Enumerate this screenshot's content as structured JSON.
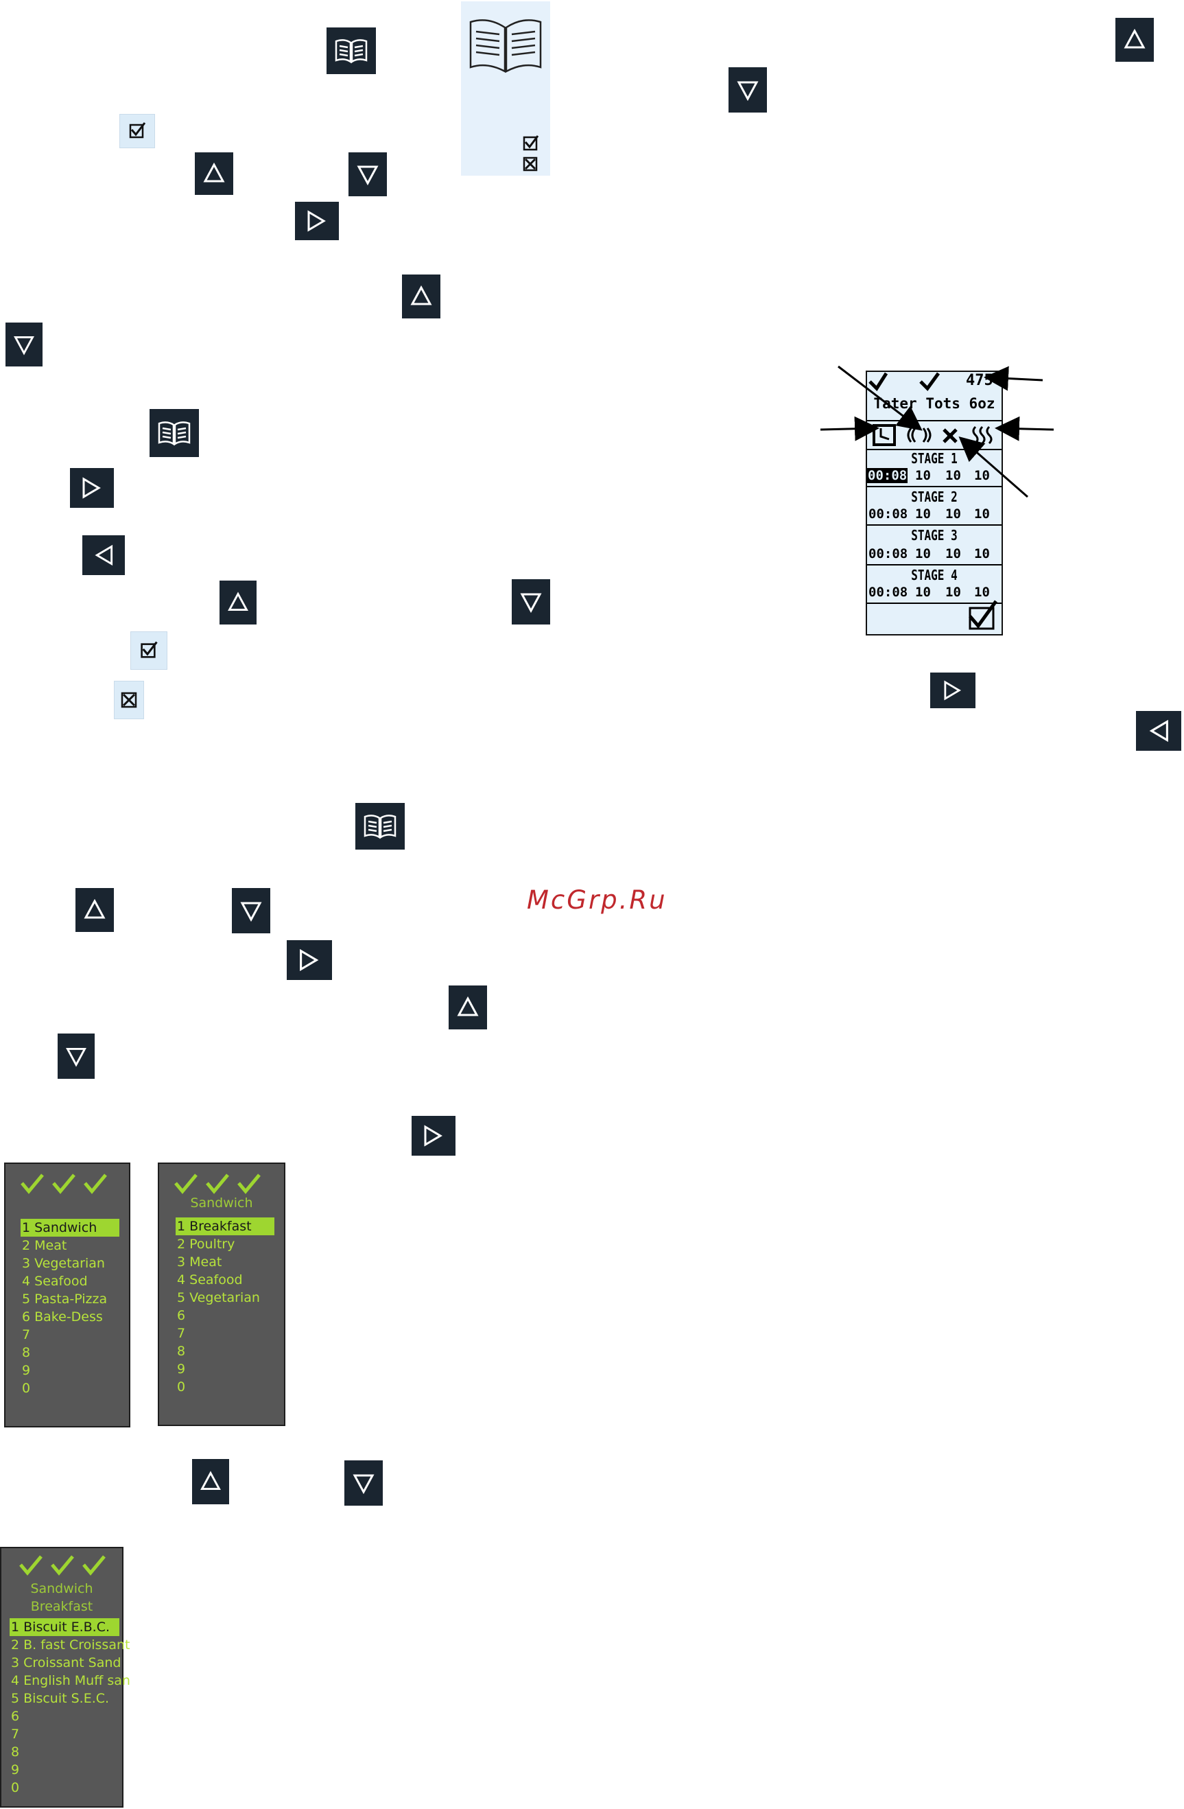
{
  "watermark": "McGrp.Ru",
  "icons": {
    "book": "book-icon",
    "up": "up-arrow-icon",
    "down": "down-arrow-icon",
    "right": "right-arrow-icon",
    "left": "left-arrow-icon",
    "check": "checkmark-box-icon",
    "cancel": "x-box-icon"
  },
  "lcd": {
    "temp": "475",
    "item_name": "Tater Tots 6oz",
    "stages": [
      {
        "label": "STAGE 1",
        "time": "00:08",
        "v1": "10",
        "v2": "10",
        "v3": "10"
      },
      {
        "label": "STAGE 2",
        "time": "00:08",
        "v1": "10",
        "v2": "10",
        "v3": "10"
      },
      {
        "label": "STAGE 3",
        "time": "00:08",
        "v1": "10",
        "v2": "10",
        "v3": "10"
      },
      {
        "label": "STAGE 4",
        "time": "00:08",
        "v1": "10",
        "v2": "10",
        "v3": "10"
      }
    ]
  },
  "menu1": {
    "title": "",
    "items": [
      "1 Sandwich",
      "2 Meat",
      "3 Vegetarian",
      "4 Seafood",
      "5 Pasta-Pizza",
      "6 Bake-Dess",
      "7",
      "8",
      "9",
      "0"
    ],
    "selected": 0
  },
  "menu2": {
    "title": "Sandwich",
    "items": [
      "1 Breakfast",
      "2 Poultry",
      "3 Meat",
      "4 Seafood",
      "5 Vegetarian",
      "6",
      "7",
      "8",
      "9",
      "0"
    ],
    "selected": 0
  },
  "menu3": {
    "title_line1": "Sandwich",
    "title_line2": "Breakfast",
    "items": [
      "1 Biscuit E.B.C.",
      "2 B. fast Croissant",
      "3 Croissant Sand",
      "4 English Muff san",
      "5 Biscuit S.E.C.",
      "6",
      "7",
      "8",
      "9",
      "0"
    ],
    "selected": 0
  },
  "colors": {
    "icon_bg": "#1a2530",
    "lcd_bg": "#e4f1fa",
    "menu_bg": "#575757",
    "menu_text": "#b7e33b",
    "menu_highlight": "#9ed630",
    "watermark": "#c0282d"
  }
}
